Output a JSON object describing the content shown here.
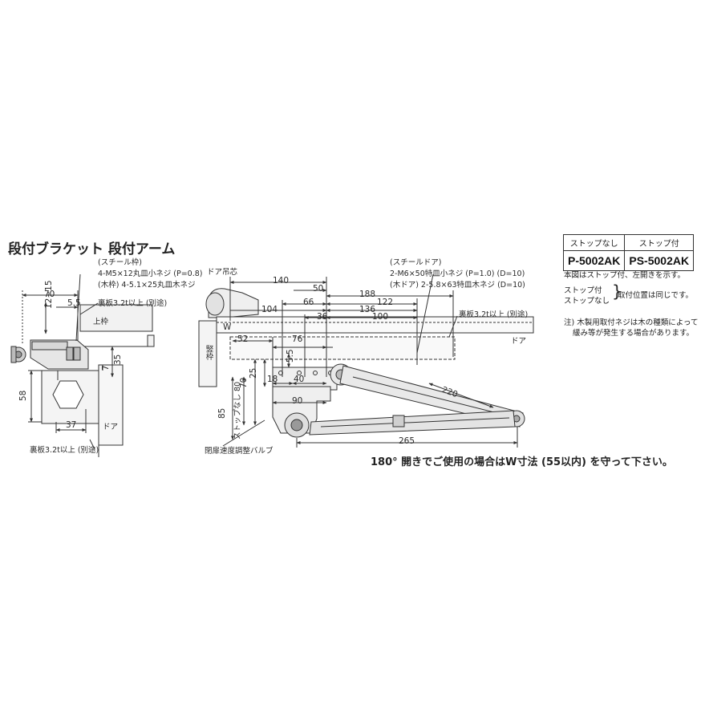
{
  "titles": {
    "bracket": "段付ブラケット",
    "arm": "段付アーム"
  },
  "left_view": {
    "steel_frame": "(スチール枠)",
    "screw_steel": "4-M5×12丸皿小ネジ (P=0.8)",
    "screw_wood": "(木枠) 4-5.1×25丸皿木ネジ",
    "backplate_top": "裏板3.2t以上 (別途)",
    "upper_frame": "上枠",
    "door": "ドア",
    "backplate_bottom": "裏板3.2t以上 (別途)",
    "dims": {
      "d70": "70",
      "d5_5": "5.5",
      "d12_15": "12~15",
      "d35": "35",
      "d7": "7",
      "d58": "58",
      "d37": "37"
    }
  },
  "center_view": {
    "door_pivot": "ドア吊芯",
    "steel_door": "(スチールドア)",
    "screw_steel": "2-M6×50特皿小ネジ (P=1.0) (D=10)",
    "screw_wood": "(木ドア) 2-5.8×63特皿木ネジ (D=10)",
    "backplate": "裏板3.2t以上 (別途)",
    "door": "ドア",
    "frame": "竪枠",
    "w_label": "W",
    "stop_none": "ストップなし 80",
    "valve": "閉扉速度調整バルブ",
    "dims": {
      "d140": "140",
      "d50": "50",
      "d188": "188",
      "d66": "66",
      "d122": "122",
      "d104": "104",
      "d136": "136",
      "d36": "36",
      "d100": "100",
      "d52": "52",
      "d76": "76",
      "d5_5": "5.5",
      "d25": "25",
      "d70": "70",
      "d18": "18",
      "d40": "40",
      "d90": "90",
      "d85": "85",
      "d220": "220",
      "d265": "265"
    }
  },
  "model_table": {
    "col1_header": "ストップなし",
    "col2_header": "ストップ付",
    "col1_model": "P-5002AK",
    "col2_model": "PS-5002AK"
  },
  "notes": {
    "line1": "本図はストップ付、左開きを示す。",
    "stop_with": "ストップ付",
    "stop_without": "ストップなし",
    "same_position": "取付位置は同じです。",
    "note_wood_1": "注) 木製用取付ネジは木の種類によって",
    "note_wood_2": "緩み等が発生する場合があります。"
  },
  "warning": "180° 開きでご使用の場合はW寸法 (55以内) を守って下さい。"
}
